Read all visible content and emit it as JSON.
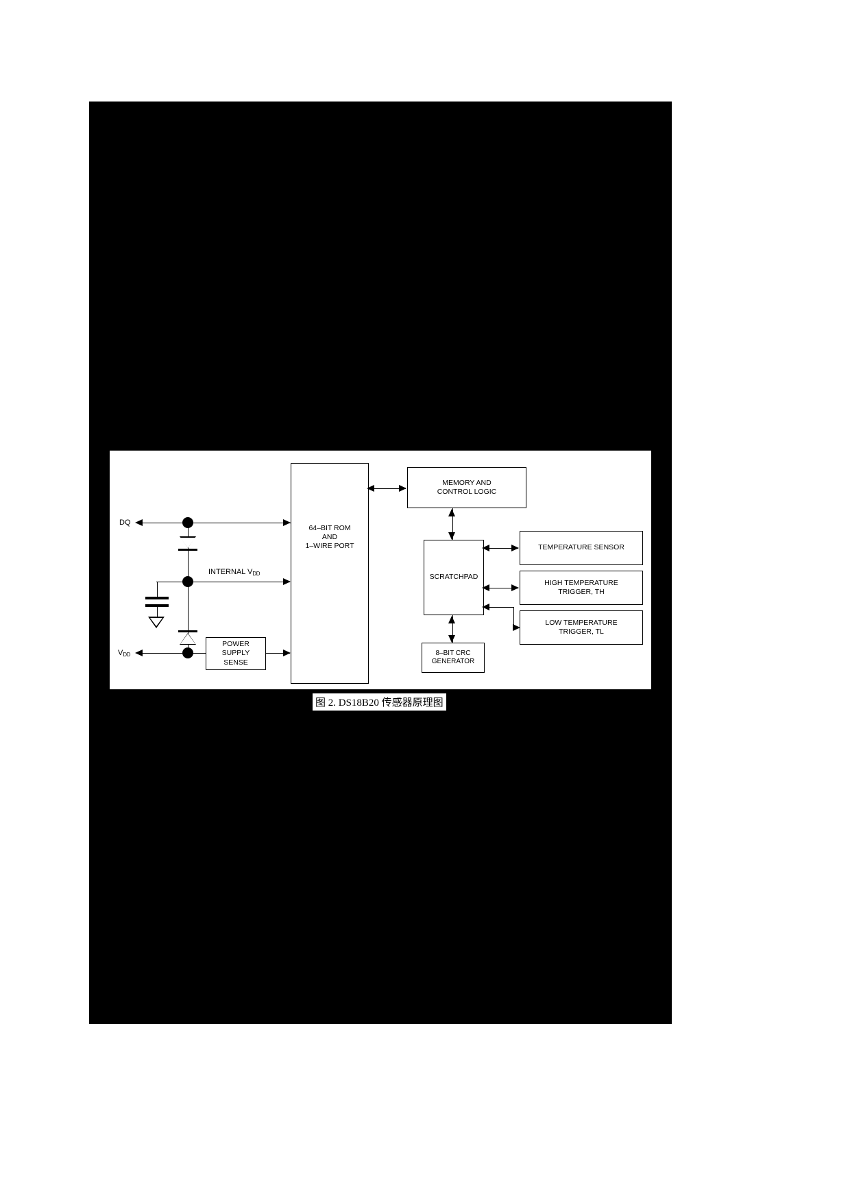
{
  "page": {
    "caption": "图 2. DS18B20 传感器原理图"
  },
  "diagram": {
    "title": "DS18B20 block diagram",
    "pins": [
      {
        "id": "dq",
        "label": "DQ"
      },
      {
        "id": "vdd",
        "label": "V",
        "sub": "DD"
      }
    ],
    "net_labels": [
      {
        "id": "internal-vdd",
        "label": "INTERNAL V",
        "sub": "DD"
      }
    ],
    "blocks": [
      {
        "id": "rom-port",
        "lines": [
          "64–BIT ROM",
          "AND",
          "1–WIRE PORT"
        ]
      },
      {
        "id": "power-supply-sense",
        "lines": [
          "POWER",
          "SUPPLY",
          "SENSE"
        ]
      },
      {
        "id": "memory-control",
        "lines": [
          "MEMORY AND",
          "CONTROL LOGIC"
        ]
      },
      {
        "id": "scratchpad",
        "lines": [
          "SCRATCHPAD"
        ]
      },
      {
        "id": "crc-generator",
        "lines": [
          "8–BIT CRC",
          "GENERATOR"
        ]
      },
      {
        "id": "temperature-sensor",
        "lines": [
          "TEMPERATURE SENSOR"
        ]
      },
      {
        "id": "high-temp-trigger",
        "lines": [
          "HIGH TEMPERATURE",
          "TRIGGER, TH"
        ]
      },
      {
        "id": "low-temp-trigger",
        "lines": [
          "LOW TEMPERATURE",
          "TRIGGER, TL"
        ]
      }
    ],
    "colors": {
      "background": "#000000",
      "figure_background": "#ffffff",
      "stroke": "#000000",
      "text": "#000000"
    }
  }
}
